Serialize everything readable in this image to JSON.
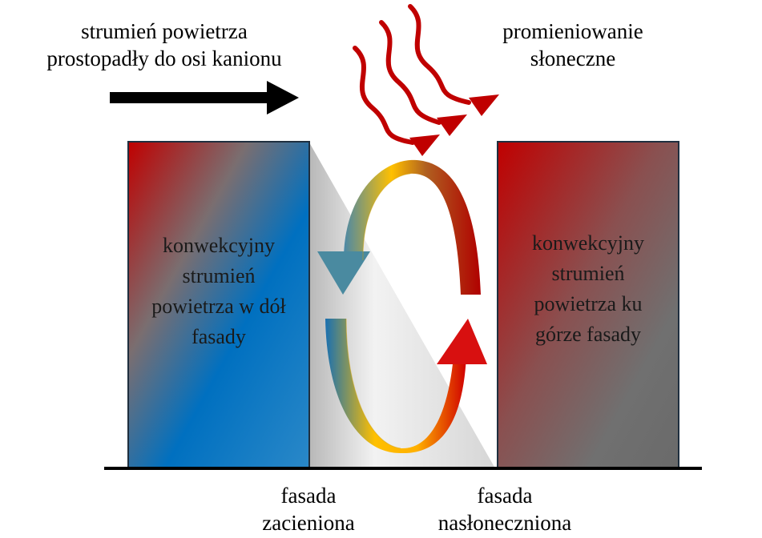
{
  "labels": {
    "airflow": [
      "strumień powietrza",
      "prostopadły do osi kanionu"
    ],
    "solar": [
      "promieniowanie",
      "słoneczne"
    ],
    "shaded_facade": [
      "fasada",
      "zacieniona"
    ],
    "sunlit_facade": [
      "fasada",
      "nasłoneczniona"
    ]
  },
  "buildings": {
    "left": [
      "konwekcyjny",
      "strumień",
      "powietrza w dół",
      "fasady"
    ],
    "right": [
      "konwekcyjny",
      "strumień",
      "powietrza ku",
      "górze fasady"
    ]
  },
  "colors": {
    "hot": "#c00000",
    "cold": "#0070c0",
    "grey": "#6e6e6e",
    "warm": "#ffc000",
    "radiation": "#c00000",
    "shadow": "#d8d8d8"
  }
}
